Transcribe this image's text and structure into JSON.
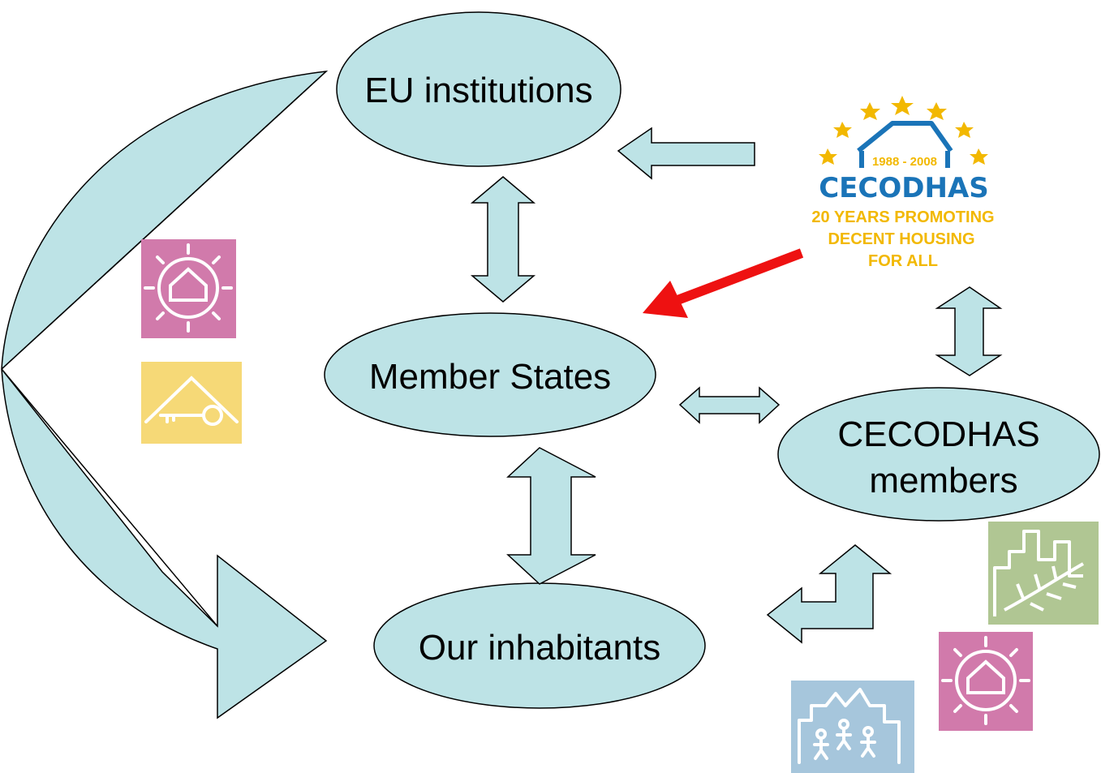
{
  "nodes": {
    "eu_institutions": "EU institutions",
    "member_states": "Member States",
    "cecodhas_members_line1": "CECODHAS",
    "cecodhas_members_line2": "members",
    "our_inhabitants": "Our inhabitants"
  },
  "logo": {
    "years": "1988 - 2008",
    "name": "CECODHAS",
    "tagline1": "20 YEARS PROMOTING",
    "tagline2": "DECENT HOUSING",
    "tagline3": "FOR ALL"
  },
  "colors": {
    "shape_fill": "#bde3e6",
    "highlight_arrow": "#ee1111",
    "logo_blue": "#1a74b8",
    "logo_gold": "#f2b800",
    "tile_pink": "#d17aab",
    "tile_yellow": "#f6d977",
    "tile_green": "#b0c693",
    "tile_blue": "#a6c6dc"
  },
  "icons": [
    "sun-house-icon",
    "house-key-icon",
    "city-leaf-icon",
    "city-people-icon"
  ]
}
